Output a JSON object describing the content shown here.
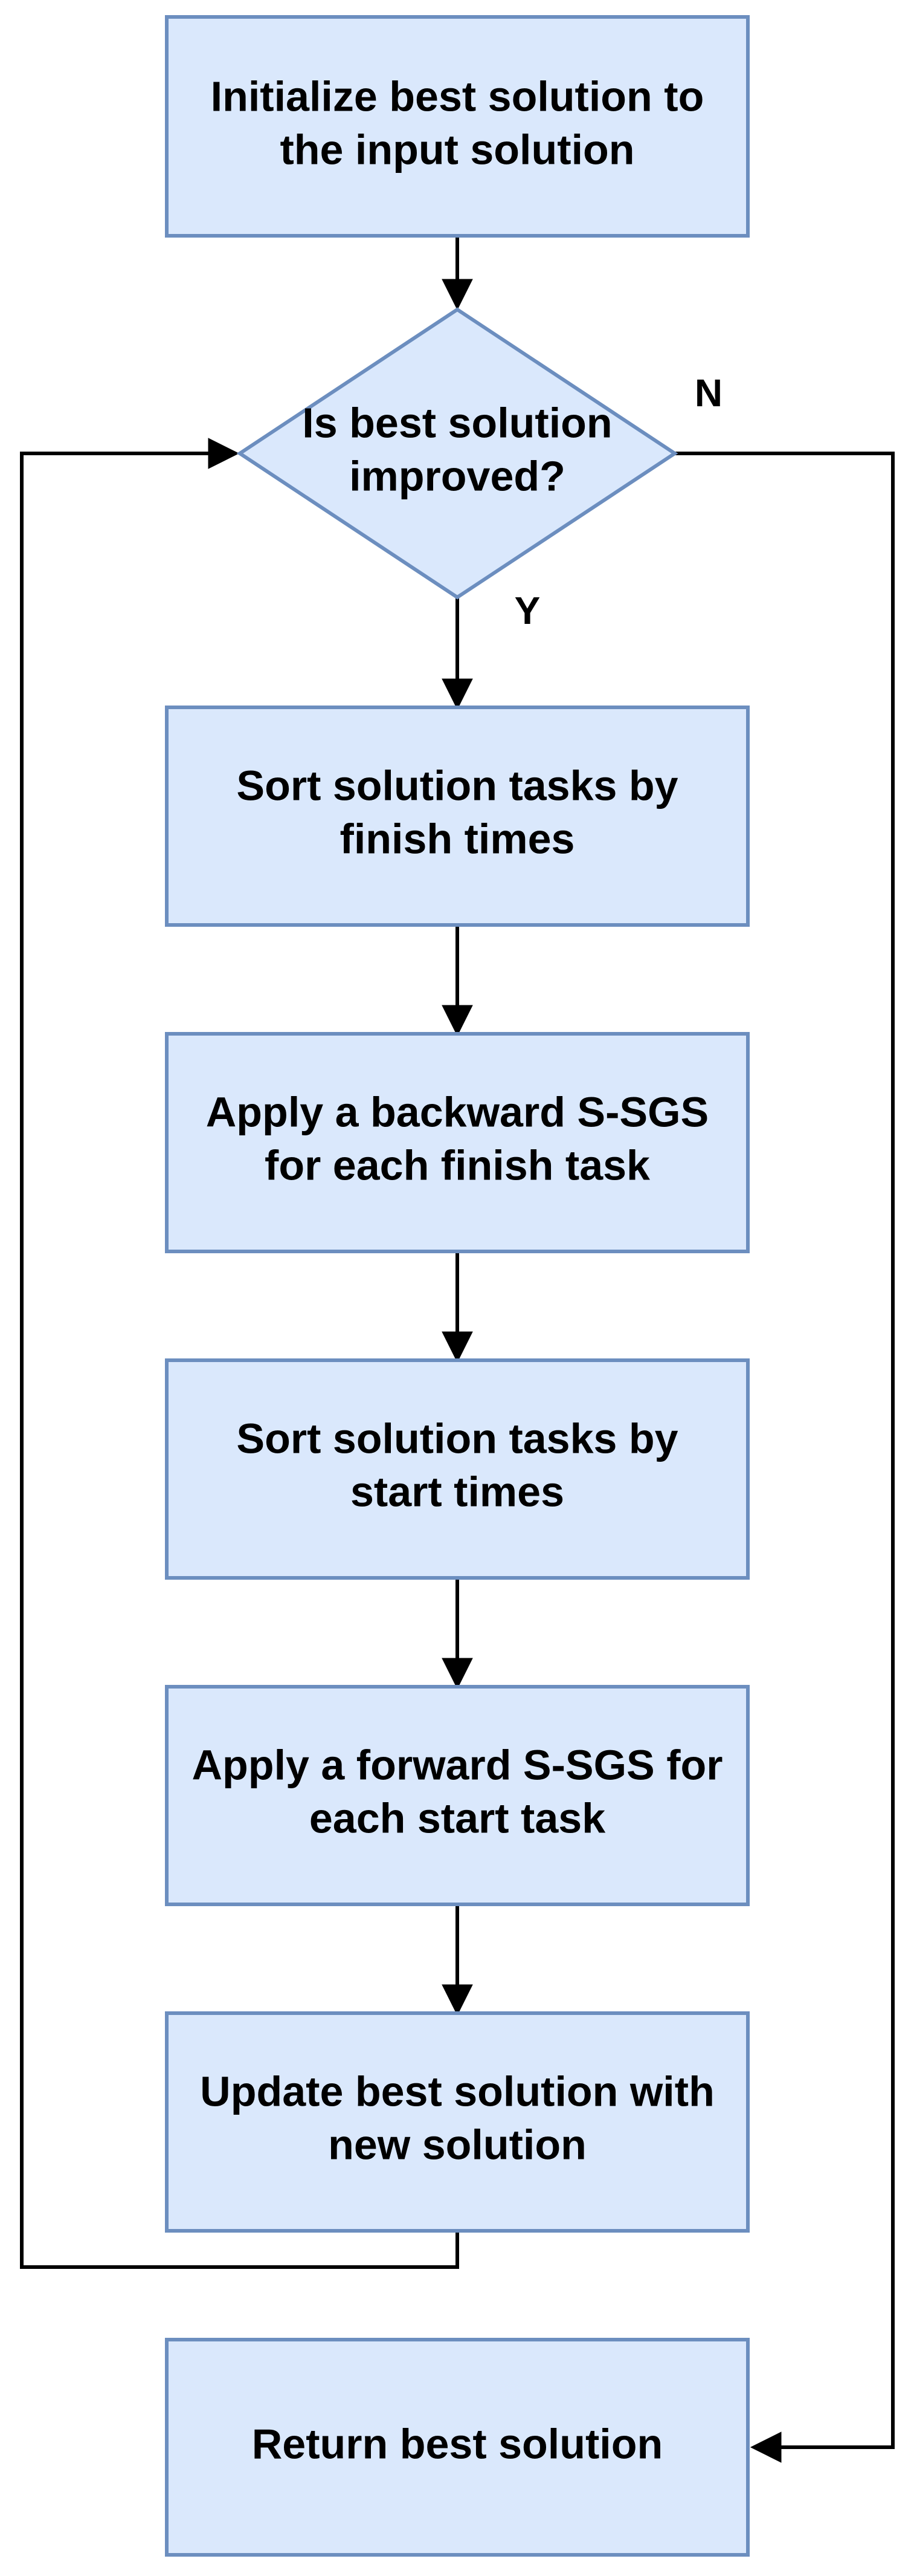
{
  "colors": {
    "node_fill": "#dae8fc",
    "node_stroke": "#6c8ebf",
    "arrow": "#000000",
    "text": "#000000"
  },
  "nodes": {
    "init": {
      "line1": "Initialize best solution to",
      "line2": "the input solution"
    },
    "decision": {
      "line1": "Is best solution",
      "line2": "improved?"
    },
    "sort_finish": {
      "line1": "Sort solution tasks by",
      "line2": "finish times"
    },
    "backward_sgs": {
      "line1": "Apply a backward S-SGS",
      "line2": "for each finish task"
    },
    "sort_start": {
      "line1": "Sort solution tasks by",
      "line2": "start times"
    },
    "forward_sgs": {
      "line1": "Apply a forward S-SGS for",
      "line2": "each start task"
    },
    "update": {
      "line1": "Update best solution with",
      "line2": "new solution"
    },
    "return": {
      "line1": "Return best solution"
    }
  },
  "edge_labels": {
    "yes": "Y",
    "no": "N"
  }
}
